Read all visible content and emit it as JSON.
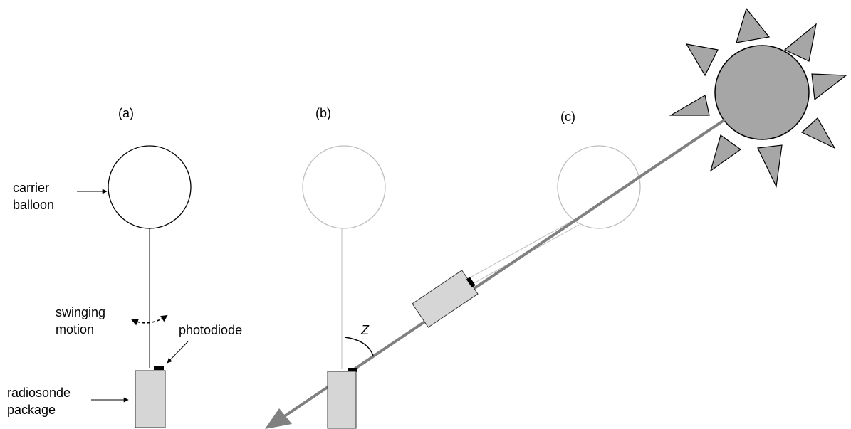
{
  "panels": {
    "a": {
      "label": "(a)"
    },
    "b": {
      "label": "(b)"
    },
    "c": {
      "label": "(c)"
    }
  },
  "labels": {
    "carrier_line1": "carrier",
    "carrier_line2": "balloon",
    "swinging_line1": "swinging",
    "swinging_line2": "motion",
    "photodiode": "photodiode",
    "radiosonde_line1": "radiosonde",
    "radiosonde_line2": "package",
    "zenith_angle": "Z"
  },
  "colors": {
    "black": "#000000",
    "faded": "#bdbdbd",
    "package_fill": "#d6d6d6",
    "sun_fill": "#a6a6a6",
    "ray": "#808080"
  },
  "icons": {
    "sun": "sun-icon",
    "balloon": "balloon-icon",
    "photodiode": "photodiode-icon"
  }
}
